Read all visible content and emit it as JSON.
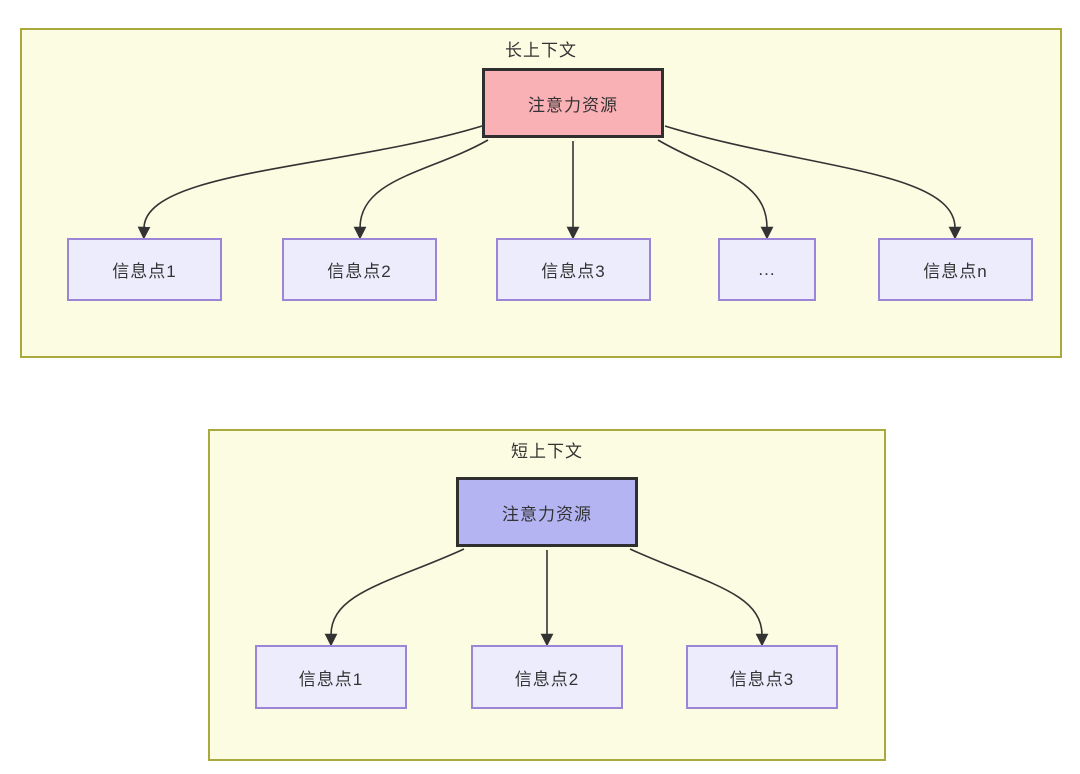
{
  "colors": {
    "page_background": "#ffffff",
    "panel_fill": "#fcfce3",
    "panel_border": "#aaaa3c",
    "attention_long_fill": "#f9b1b6",
    "attention_short_fill": "#b4b4f3",
    "attention_border": "#2f2f2f",
    "node_fill": "#ececfd",
    "node_border": "#9b85d6",
    "arrow": "#333333",
    "text": "#333333"
  },
  "diagrams": [
    {
      "id": "long-context",
      "title": "长上下文",
      "attention_label": "注意力资源",
      "nodes": [
        {
          "label": "信息点1"
        },
        {
          "label": "信息点2"
        },
        {
          "label": "信息点3"
        },
        {
          "label": "..."
        },
        {
          "label": "信息点n"
        }
      ]
    },
    {
      "id": "short-context",
      "title": "短上下文",
      "attention_label": "注意力资源",
      "nodes": [
        {
          "label": "信息点1"
        },
        {
          "label": "信息点2"
        },
        {
          "label": "信息点3"
        }
      ]
    }
  ]
}
